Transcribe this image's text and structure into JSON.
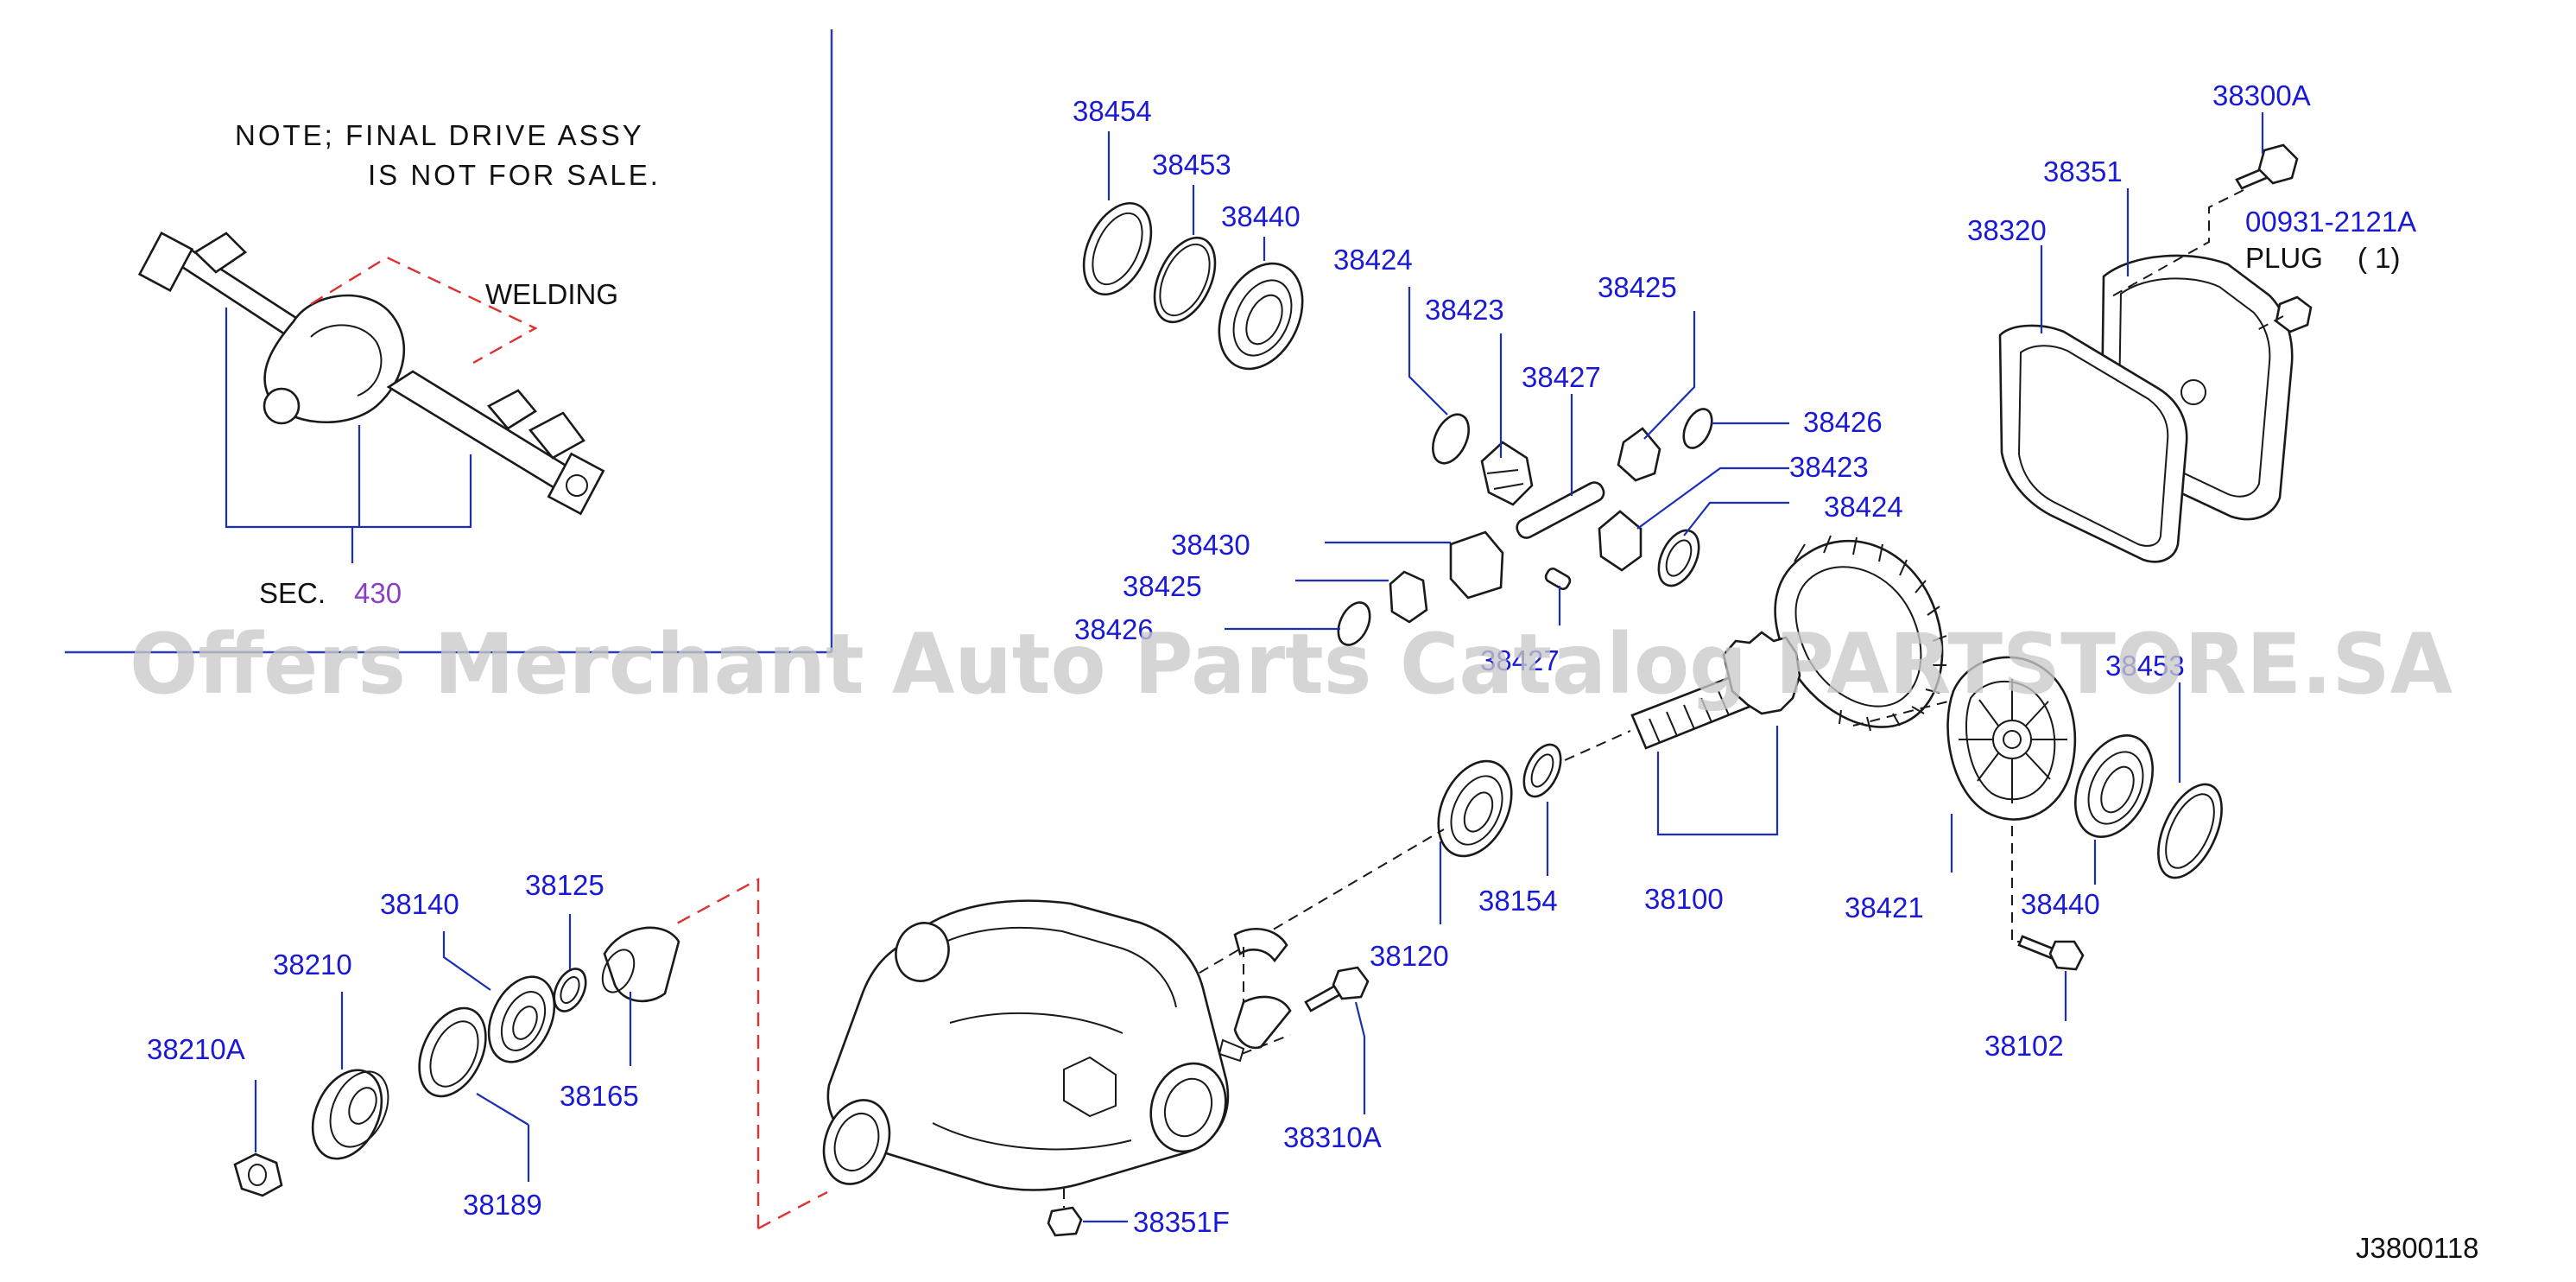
{
  "note": {
    "line1": "NOTE; FINAL DRIVE ASSY",
    "line2": "IS NOT FOR SALE."
  },
  "welding_label": "WELDING",
  "section_ref": {
    "prefix": "SEC.",
    "number": "430"
  },
  "plug": {
    "label": "PLUG",
    "qty": "( 1)"
  },
  "diagram_code": "J3800118",
  "watermark": "Offers Merchant Auto Parts Catalog PARTSTORE.SA",
  "colors": {
    "part_number": "#1a1ad6",
    "section_link": "#8b3fc4",
    "watermark": "#c9c9c9"
  },
  "parts": {
    "p38454": "38454",
    "p38453a": "38453",
    "p38440a": "38440",
    "p38424a": "38424",
    "p38423a": "38423",
    "p38425a": "38425",
    "p38427a": "38427",
    "p38426a": "38426",
    "p38423b": "38423",
    "p38424b": "38424",
    "p38430": "38430",
    "p38425b": "38425",
    "p38426b": "38426",
    "p38427b": "38427",
    "p38453b": "38453",
    "p38300A": "38300A",
    "p38351": "38351",
    "p00931": "00931-2121A",
    "p38320": "38320",
    "p38120": "38120",
    "p38154": "38154",
    "p38100": "38100",
    "p38421": "38421",
    "p38440b": "38440",
    "p38102": "38102",
    "p38140": "38140",
    "p38125": "38125",
    "p38210": "38210",
    "p38210A": "38210A",
    "p38165": "38165",
    "p38189": "38189",
    "p38310A": "38310A",
    "p38351F": "38351F"
  }
}
